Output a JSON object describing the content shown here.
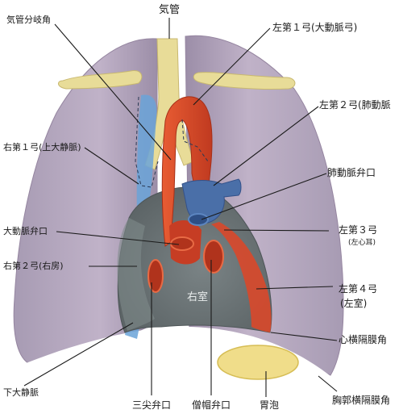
{
  "labels": {
    "trachea": "気管",
    "carina": "気管分岐角",
    "left_arc_1": "左第１弓(大動脈弓)",
    "left_arc_2": "左第２弓(肺動脈",
    "right_arc_1": "右第１弓(上大静脈)",
    "pulmonary_valve": "肺動脈弁口",
    "aortic_valve": "大動脈弁口",
    "left_arc_3": "左第３弓",
    "left_arc_3_sub": "(左心耳)",
    "right_arc_2": "右第２弓(右房)",
    "right_ventricle": "右室",
    "left_arc_4": "左第４弓",
    "left_arc_4_sub": "(左室)",
    "cardiophrenic_angle": "心横隔膜角",
    "ivc": "下大静脈",
    "tricuspid_valve": "三尖弁口",
    "mitral_valve": "僧帽弁口",
    "gastric_bubble": "胃泡",
    "costophrenic_angle": "胸郭横隔膜角"
  },
  "colors": {
    "lung": "#b7a6bf",
    "lung_dark": "#8e7f9a",
    "heart": "#6d7678",
    "aorta": "#d9482a",
    "pulmonary_artery": "#4a6fa8",
    "svc": "#6aa3d8",
    "bone": "#e8dc98",
    "dome": "#ffffff"
  }
}
